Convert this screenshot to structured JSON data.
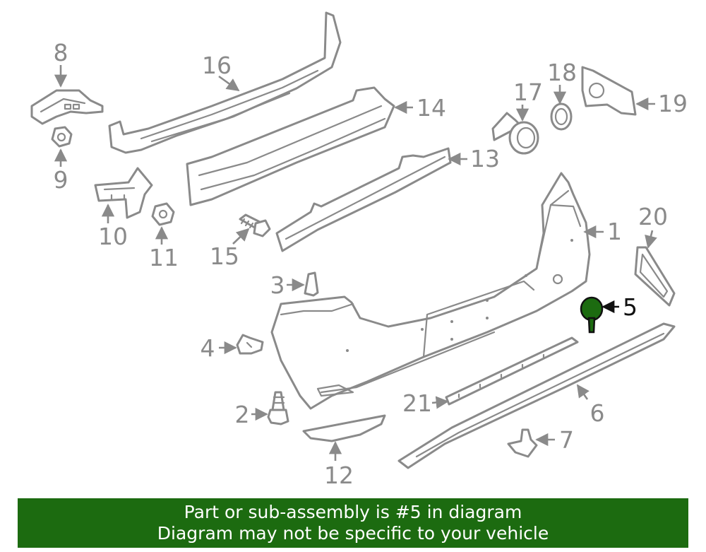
{
  "diagram": {
    "callouts": [
      "1",
      "2",
      "3",
      "4",
      "5",
      "6",
      "7",
      "8",
      "9",
      "10",
      "11",
      "12",
      "13",
      "14",
      "15",
      "16",
      "17",
      "18",
      "19",
      "20",
      "21"
    ],
    "highlight": "5",
    "highlight_color": "#1c6b10",
    "line_color": "#8a8a8a"
  },
  "banner": {
    "line1": "Part or sub-assembly is #5 in diagram",
    "line2": "Diagram may not be specific to your vehicle",
    "background": "#1c6b10"
  }
}
